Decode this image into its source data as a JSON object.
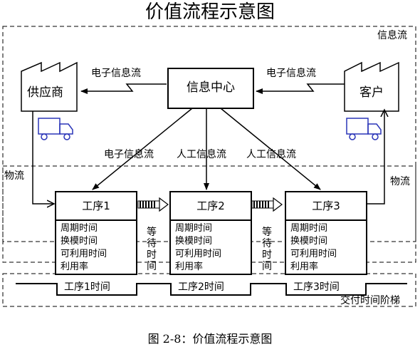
{
  "title": "价值流程示意图",
  "caption": "图 2-8：价值流程示意图",
  "regions": {
    "info_flow": "信息流",
    "material_flow_left": "物流",
    "material_flow_right": "物流",
    "delivery_ladder": "交付时间阶梯"
  },
  "nodes": {
    "supplier": "供应商",
    "info_center": "信息中心",
    "customer": "客户"
  },
  "flows": {
    "supplier_link": "电子信息流",
    "customer_link": "电子信息流",
    "to_step1": "电子信息流",
    "to_step2": "人工信息流",
    "to_step3": "人工信息流"
  },
  "steps": [
    {
      "name": "工序1",
      "items": [
        "周期时间",
        "换模时间",
        "可利用时间",
        "利用率"
      ],
      "time": "工序1时间"
    },
    {
      "name": "工序2",
      "items": [
        "周期时间",
        "换模时间",
        "可利用时间",
        "利用率"
      ],
      "time": "工序2时间"
    },
    {
      "name": "工序3",
      "items": [
        "周期时间",
        "换模时间",
        "可利用时间",
        "利用率"
      ],
      "time": "工序3时间"
    }
  ],
  "waits": [
    "等待时间",
    "等待时间"
  ],
  "colors": {
    "truck": "#2a35b8",
    "line": "#000000"
  },
  "icons": [
    "factory-icon",
    "truck-icon",
    "push-arrow-icon"
  ]
}
